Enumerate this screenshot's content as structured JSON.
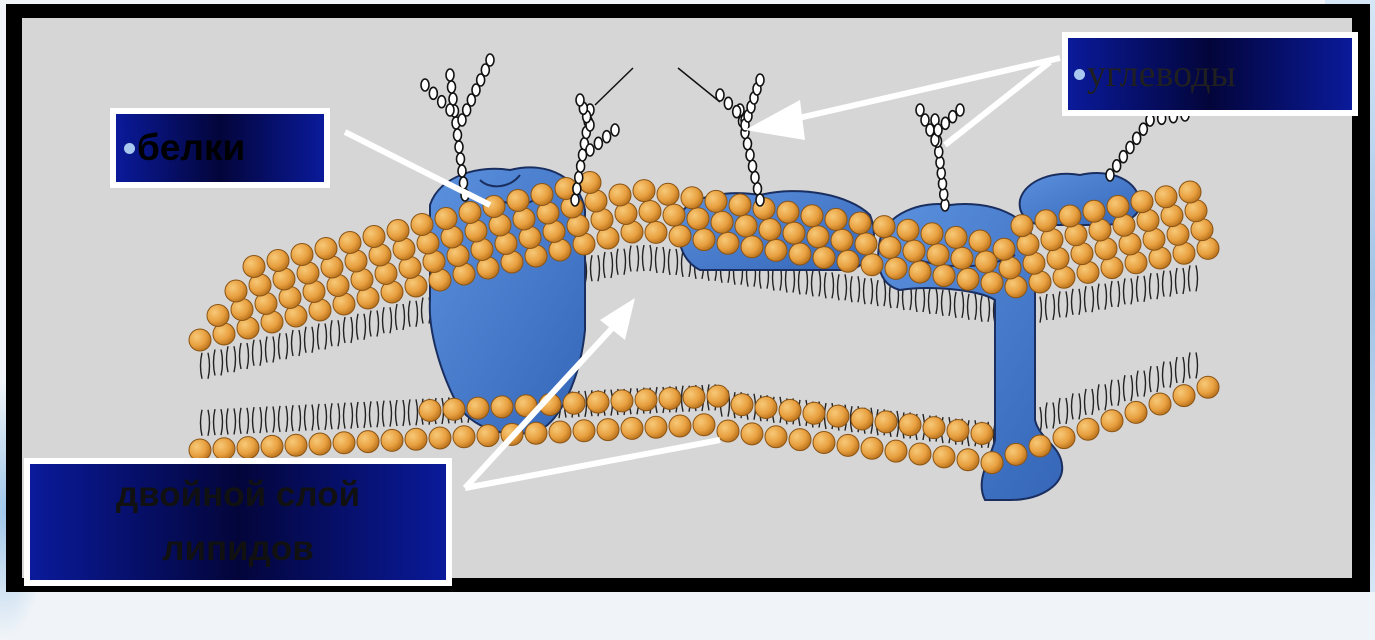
{
  "labels": {
    "proteins": "белки",
    "carbohydrates": "углеводы",
    "lipid_bilayer_line1": "двойной слой",
    "lipid_bilayer_line2": "липидов"
  },
  "colors": {
    "panel_background": "#d6d6d6",
    "lipid_head": "#e8a040",
    "protein": "#4a7fd0",
    "label_box_gradient_edge": "#0a1a9a",
    "label_box_gradient_center": "#03053a",
    "pointer_arrow": "#ffffff"
  },
  "icons": [
    "bullet-icon",
    "lipid-head-icon",
    "protein-blob-icon",
    "carbohydrate-chain-icon",
    "pointer-arrow-icon"
  ]
}
